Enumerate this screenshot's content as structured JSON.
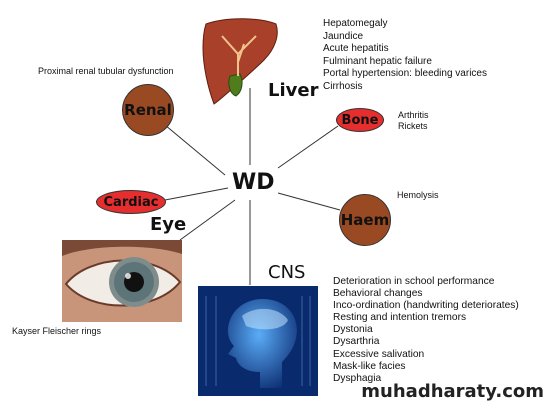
{
  "center": {
    "label": "WD"
  },
  "liver": {
    "title": "Liver",
    "items": [
      "Hepatomegaly",
      "Jaundice",
      "Acute hepatitis",
      "Fulminant hepatic failure",
      "Portal hypertension: bleeding varices",
      "Cirrhosis"
    ]
  },
  "renal": {
    "label": "Renal",
    "note": "Proximal renal tubular dysfunction"
  },
  "bone": {
    "label": "Bone",
    "items": [
      "Arthritis",
      "Rickets"
    ]
  },
  "cardiac": {
    "label": "Cardiac"
  },
  "haem": {
    "label": "Haem",
    "note": "Hemolysis"
  },
  "eye": {
    "title": "Eye",
    "caption": "Kayser Fleischer rings"
  },
  "cns": {
    "title": "CNS",
    "items": [
      "Deterioration in school performance",
      "Behavioral changes",
      "Inco-ordination (handwriting deteriorates)",
      "Resting and intention tremors",
      "Dystonia",
      "Dysarthria",
      "Excessive salivation",
      "Mask-like facies",
      "Dysphagia"
    ]
  },
  "watermark": "muhadharaty.com",
  "colors": {
    "organ_circle": "#9a4a22",
    "organ_oval": "#e62e2e",
    "liver": "#a8402a",
    "brain_bg": "#0a2a6e"
  }
}
